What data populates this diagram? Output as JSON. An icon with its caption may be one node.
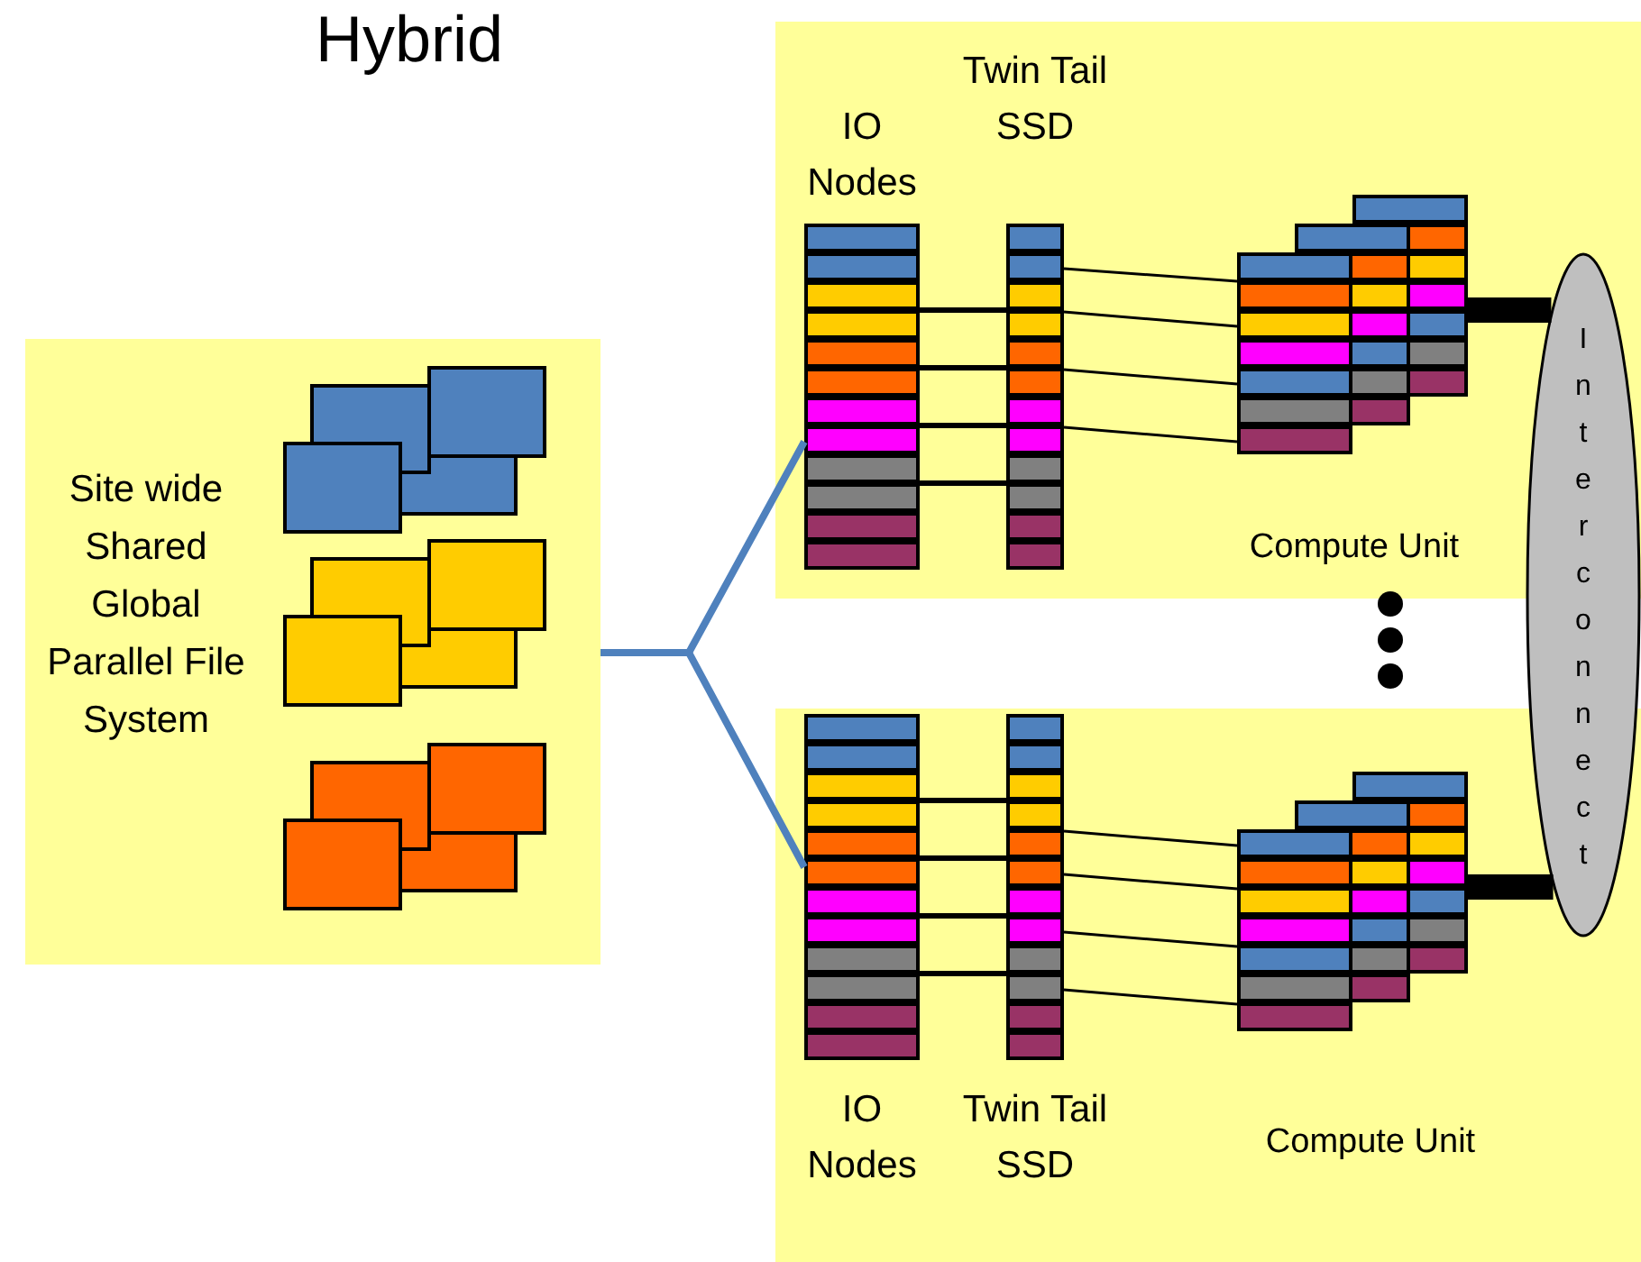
{
  "diagram": {
    "title": "Hybrid",
    "nodes": [
      {
        "text": [
          "Site wide Shared Global Parallel File System"
        ]
      },
      {
        "text": [],
        "shape": "box"
      },
      {
        "text": [
          "IO Nodes"
        ],
        "in": 1
      },
      {
        "text": [
          "Twin Tail SSD"
        ],
        "in": 1
      },
      {
        "text": [
          "Compute Unit"
        ],
        "in": 1
      },
      {
        "text": [],
        "shape": "box"
      },
      {
        "text": [
          "IO Nodes"
        ],
        "in": 5
      },
      {
        "text": [
          "Twin Tail SSD"
        ],
        "in": 5
      },
      {
        "text": [
          "Compute Unit"
        ],
        "in": 5
      },
      {
        "text": [
          "Interconnect"
        ]
      }
    ],
    "edges": [
      {
        "from": 0,
        "to": 2,
        "arrow": "none",
        "color": "#4f81bd"
      },
      {
        "from": 0,
        "to": 6,
        "arrow": "none",
        "color": "#4f81bd"
      },
      {
        "from": 2,
        "to": 3,
        "arrow": "none"
      },
      {
        "from": 2,
        "to": 3,
        "arrow": "none"
      },
      {
        "from": 2,
        "to": 3,
        "arrow": "none"
      },
      {
        "from": 2,
        "to": 3,
        "arrow": "none"
      },
      {
        "from": 3,
        "to": 4,
        "arrow": "none"
      },
      {
        "from": 3,
        "to": 4,
        "arrow": "none"
      },
      {
        "from": 3,
        "to": 4,
        "arrow": "none"
      },
      {
        "from": 3,
        "to": 4,
        "arrow": "none"
      },
      {
        "from": 6,
        "to": 7,
        "arrow": "none"
      },
      {
        "from": 6,
        "to": 7,
        "arrow": "none"
      },
      {
        "from": 6,
        "to": 7,
        "arrow": "none"
      },
      {
        "from": 6,
        "to": 7,
        "arrow": "none"
      },
      {
        "from": 7,
        "to": 8,
        "arrow": "none"
      },
      {
        "from": 7,
        "to": 8,
        "arrow": "none"
      },
      {
        "from": 7,
        "to": 8,
        "arrow": "none"
      },
      {
        "from": 7,
        "to": 8,
        "arrow": "none"
      },
      {
        "from": 4,
        "to": 9,
        "arrow": "none",
        "style": "thick"
      },
      {
        "from": 8,
        "to": 9,
        "arrow": "none",
        "style": "thick"
      }
    ]
  }
}
